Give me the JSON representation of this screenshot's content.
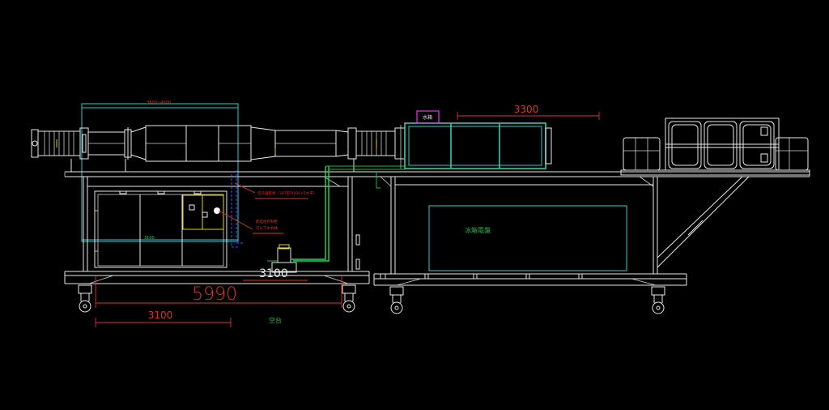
{
  "drawing": {
    "background": "#000000",
    "dimensions": {
      "top_range": "3600~4300",
      "top_right": "3300",
      "inner_small": "3100",
      "overall": "5990",
      "inner_overlap": "3100",
      "bottom": "3100"
    },
    "labels": {
      "header_box": "水箱",
      "tank": "冰箱電盤",
      "base_note": "空台",
      "annotation_a": "空冷器管径（30T空冷200×5水平）",
      "annotation_b_line1": "配电柜控制柜",
      "annotation_b_line2": "可以下水机械"
    },
    "colors": {
      "line_white": "#e8e8e8",
      "cyan": "#35c7c7",
      "teal": "#2bd1a8",
      "green": "#27b34a",
      "red": "#d23a2a",
      "yellow": "#e5d21e",
      "blue": "#3b58ff",
      "magenta": "#e23be2"
    }
  }
}
